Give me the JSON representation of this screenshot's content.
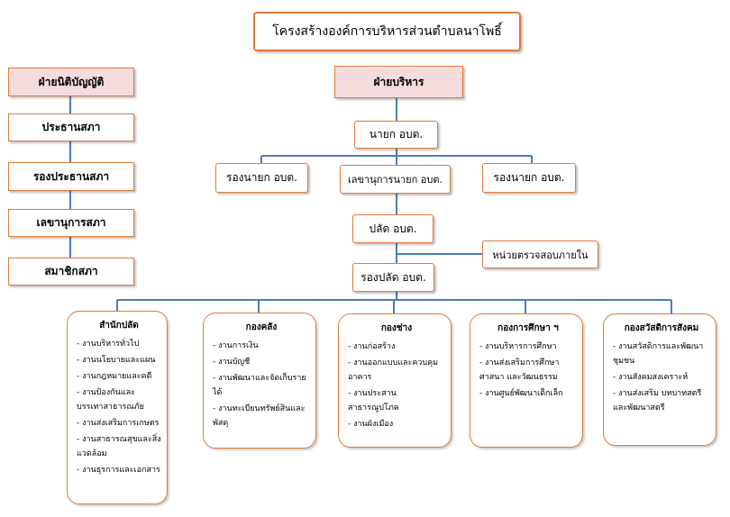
{
  "title": "โครงสร้างองค์การบริหารส่วนตำบลนาโพธิ์",
  "legislative": {
    "header": "ฝ่ายนิติบัญญัติ",
    "members": [
      "ประธานสภา",
      "รองประธานสภา",
      "เลขานุการสภา",
      "สมาชิกสภา"
    ]
  },
  "executive": {
    "header": "ฝ่ายบริหาร",
    "mayor": "นายก อบต.",
    "deputy_left": "รองนายก อบต.",
    "secretary": "เลขานุการนายก อบต.",
    "deputy_right": "รองนายก อบต.",
    "chief": "ปลัด อบต.",
    "audit": "หน่วยตรวจสอบภายใน",
    "deputy_chief": "รองปลัด อบต."
  },
  "departments": [
    {
      "name": "สำนักปลัด",
      "items": [
        "- งานบริหารทั่วไป",
        "- งานนโยบายและแผน",
        "- งานกฎหมายและคดี",
        "- งานป้องกันและบรรเทาสาธารณภัย",
        "- งานส่งเสริมการเกษตร",
        "- งานสาธารณสุขและสิ่งแวดล้อม",
        "- งานธุรการและเอกสาร"
      ]
    },
    {
      "name": "กองคลัง",
      "items": [
        "- งานการเงิน",
        "- งานบัญชี",
        "- งานพัฒนาและจัดเก็บรายได้",
        "- งานทะเบียนทรัพย์สินและพัสดุ"
      ]
    },
    {
      "name": "กองช่าง",
      "items": [
        "- งานก่อสร้าง",
        "- งานออกแบบและควบคุมอาคาร",
        "- งานประสานสาธารณูปโภค",
        "- งานผังเมือง"
      ]
    },
    {
      "name": "กองการศึกษา ฯ",
      "items": [
        "- งานบริหารการศึกษา",
        "- งานส่งเสริมการศึกษา ศาสนา และวัฒนธรรม",
        "- งานศูนย์พัฒนาเด็กเล็ก"
      ]
    },
    {
      "name": "กองสวัสดิการสังคม",
      "items": [
        "- งานสวัสดิการและพัฒนาชุมชน",
        "- งานสังคมสงเคราะห์",
        "- งานส่งเสริม บทบาทสตรีและพัฒนาสตรี"
      ]
    }
  ]
}
